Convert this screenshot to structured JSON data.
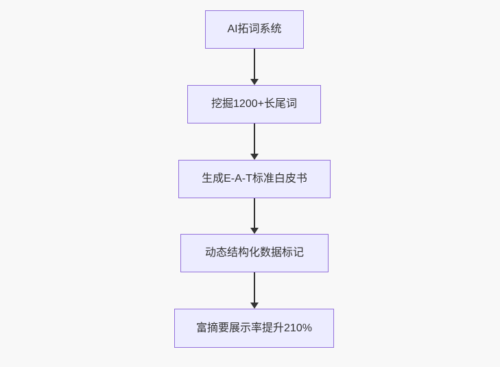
{
  "diagram": {
    "type": "flowchart",
    "direction": "top-down",
    "nodes": [
      {
        "id": "step1",
        "label": "AI拓词系统"
      },
      {
        "id": "step2",
        "label": "挖掘1200+长尾词"
      },
      {
        "id": "step3",
        "label": "生成E-A-T标准白皮书"
      },
      {
        "id": "step4",
        "label": "动态结构化数据标记"
      },
      {
        "id": "step5",
        "label": "富摘要展示率提升210%"
      }
    ],
    "edges": [
      {
        "from": "step1",
        "to": "step2"
      },
      {
        "from": "step2",
        "to": "step3"
      },
      {
        "from": "step3",
        "to": "step4"
      },
      {
        "from": "step4",
        "to": "step5"
      }
    ],
    "colors": {
      "background": "#f8f8f8",
      "node_fill": "#ECECFF",
      "node_border": "#9370DB",
      "text": "#333333",
      "arrow": "#333333"
    }
  }
}
